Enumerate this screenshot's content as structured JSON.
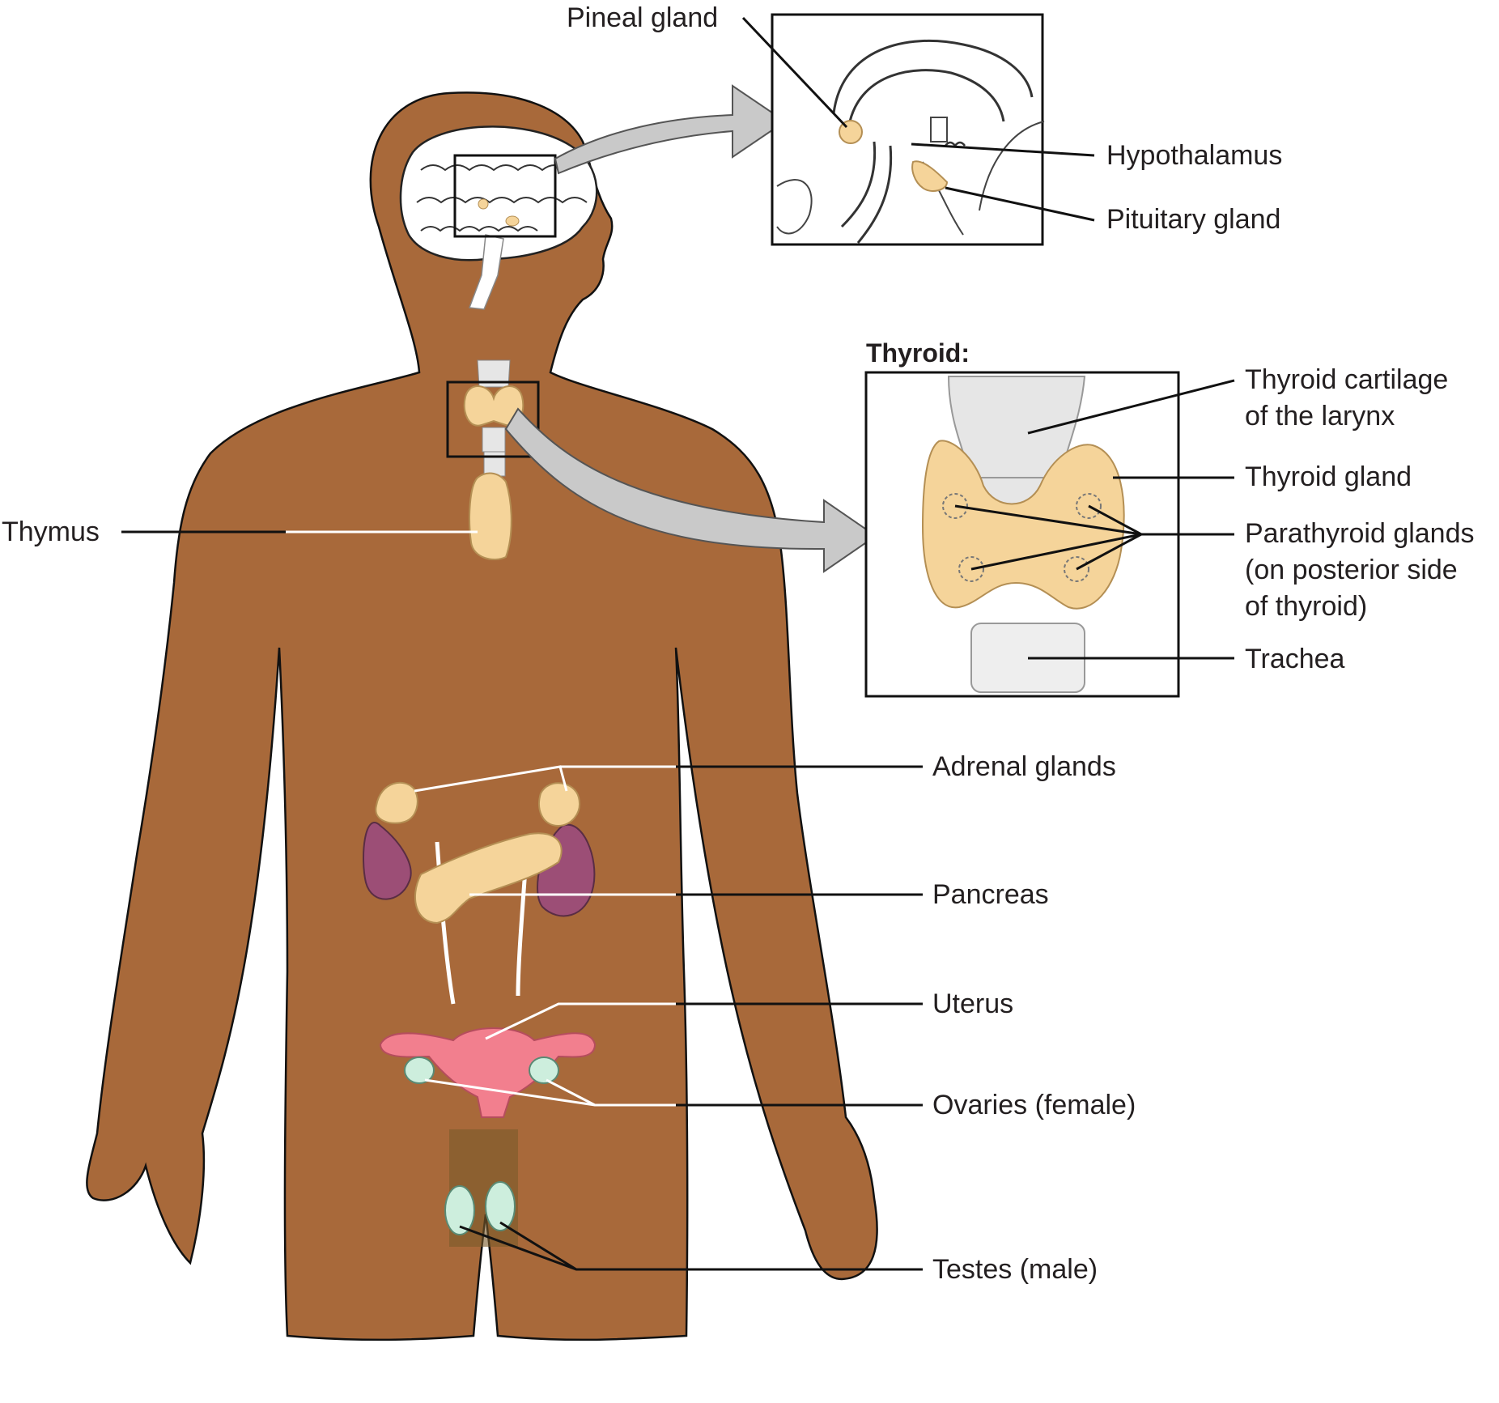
{
  "labels": {
    "pineal_gland": "Pineal gland",
    "hypothalamus": "Hypothalamus",
    "pituitary_gland": "Pituitary gland",
    "thyroid_heading": "Thyroid:",
    "thyroid_cartilage_1": "Thyroid cartilage",
    "thyroid_cartilage_2": "of the larynx",
    "thyroid_gland": "Thyroid gland",
    "parathyroid_1": "Parathyroid glands",
    "parathyroid_2": "(on posterior side",
    "parathyroid_3": "of thyroid)",
    "trachea": "Trachea",
    "thymus": "Thymus",
    "adrenal_glands": "Adrenal glands",
    "pancreas": "Pancreas",
    "uterus": "Uterus",
    "ovaries": "Ovaries (female)",
    "testes": "Testes (male)"
  },
  "colors": {
    "skin": "#a8693a",
    "gland": "#f5d49a",
    "kidney": "#9c4e76",
    "uterus": "#f27f8e",
    "ovary_testis": "#cdeedd",
    "cartilage": "#e6e6e6"
  }
}
